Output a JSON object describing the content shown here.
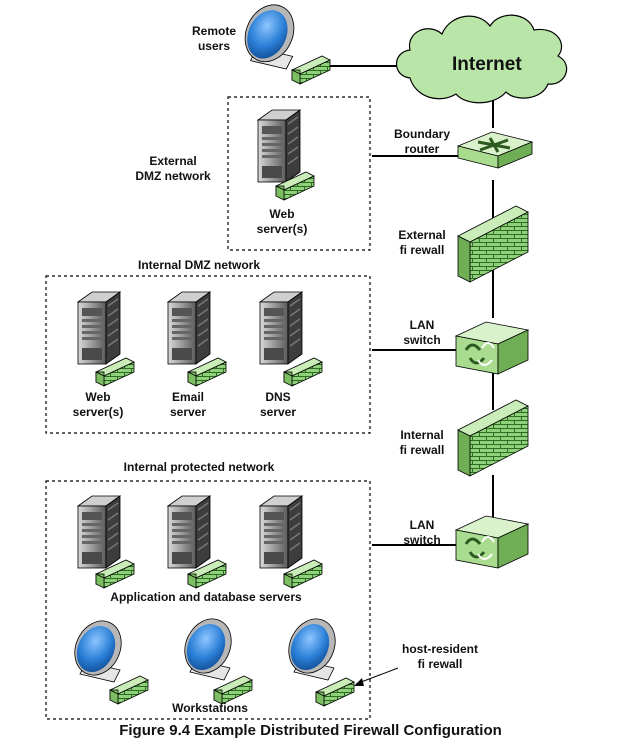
{
  "figure": {
    "caption": "Figure 9.4  Example Distributed Firewall Configuration"
  },
  "labels": {
    "internet": "Internet",
    "remote_users_line1": "Remote",
    "remote_users_line2": "users",
    "boundary_router_line1": "Boundary",
    "boundary_router_line2": "router",
    "external_dmz_line1": "External",
    "external_dmz_line2": "DMZ network",
    "ext_web_server_line1": "Web",
    "ext_web_server_line2": "server(s)",
    "external_firewall_line1": "External",
    "external_firewall_line2": "fi rewall",
    "internal_dmz_title": "Internal DMZ network",
    "lan_switch1_line1": "LAN",
    "lan_switch1_line2": "switch",
    "int_web_server_line1": "Web",
    "int_web_server_line2": "server(s)",
    "email_server_line1": "Email",
    "email_server_line2": "server",
    "dns_server_line1": "DNS",
    "dns_server_line2": "server",
    "internal_firewall_line1": "Internal",
    "internal_firewall_line2": "fi rewall",
    "internal_protected_title": "Internal protected network",
    "lan_switch2_line1": "LAN",
    "lan_switch2_line2": "switch",
    "app_db_servers": "Application and database servers",
    "host_resident_line1": "host-resident",
    "host_resident_line2": "fi rewall",
    "workstations": "Workstations"
  },
  "colors": {
    "cloud_fill": "#b9e6a8",
    "device_green": "#a9dc8f",
    "device_green_dark": "#6fae55",
    "monitor_blue": "#2a7fd6",
    "server_gray": "#8c8c8c",
    "line": "#000000"
  },
  "icons": {
    "router": "router-icon",
    "switch": "switch-icon",
    "firewall": "firewall-icon",
    "server": "server-icon",
    "workstation": "workstation-icon",
    "cloud": "internet-cloud-icon"
  }
}
